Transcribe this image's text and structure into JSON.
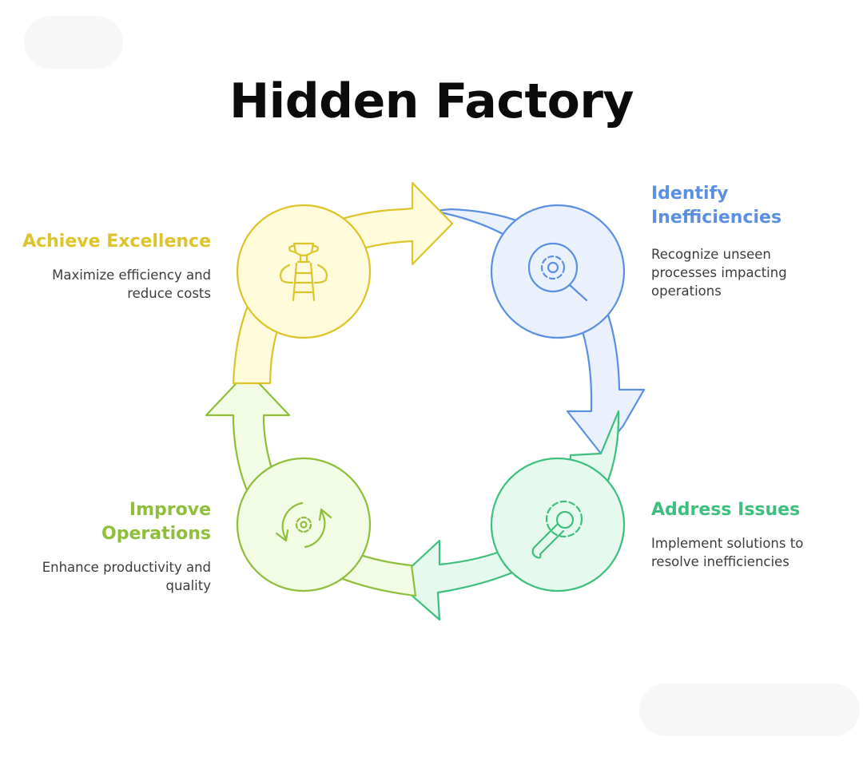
{
  "title": "Hidden Factory",
  "steps": [
    {
      "label_lines": [
        "Identify",
        "Inefficiencies"
      ],
      "description_lines": [
        "Recognize unseen",
        "processes impacting",
        "operations"
      ],
      "icon": "magnifier-gear-icon",
      "color": "#5b8fe3",
      "fill": "#ebf1fc"
    },
    {
      "label_lines": [
        "Address Issues"
      ],
      "description_lines": [
        "Implement solutions to",
        "resolve inefficiencies"
      ],
      "icon": "wrench-gear-icon",
      "color": "#3fbf7d",
      "fill": "#e5f9ee"
    },
    {
      "label_lines": [
        "Improve",
        "Operations"
      ],
      "description_lines": [
        "Enhance productivity and",
        "quality"
      ],
      "icon": "cycle-gear-icon",
      "color": "#8fbe3a",
      "fill": "#f2fbe3"
    },
    {
      "label_lines": [
        "Achieve Excellence"
      ],
      "description_lines": [
        "Maximize efficiency and",
        "reduce costs"
      ],
      "icon": "trophy-ladder-icon",
      "color": "#dcc42a",
      "fill": "#fffbdb"
    }
  ]
}
